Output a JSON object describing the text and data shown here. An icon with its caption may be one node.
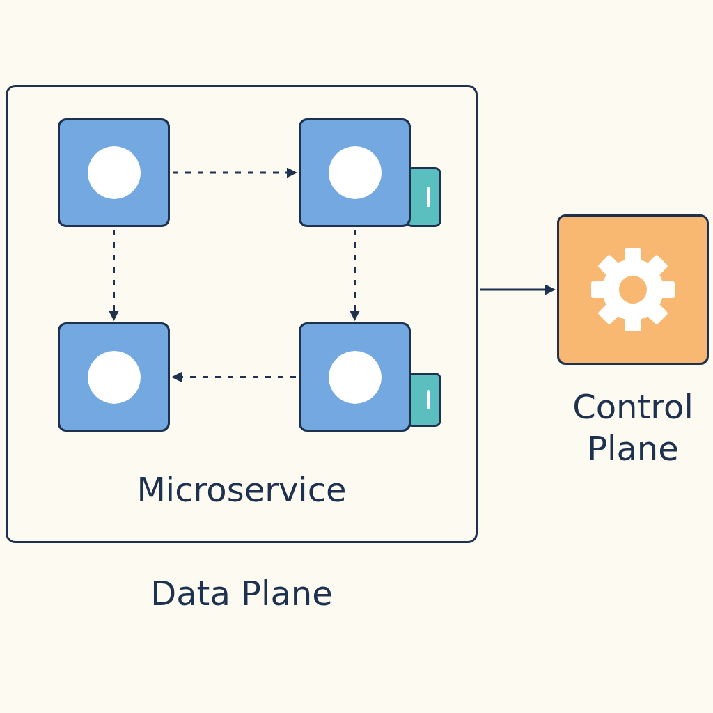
{
  "diagram": {
    "nodes": [
      {
        "text": [
          "Microservice",
          "Data Plane"
        ]
      },
      {
        "text": [],
        "shape": "box",
        "in": 0
      },
      {
        "text": [],
        "shape": "box",
        "in": 0
      },
      {
        "text": [],
        "shape": "box",
        "in": 0
      },
      {
        "text": [],
        "shape": "box",
        "in": 0
      },
      {
        "text": [
          "Control Plane"
        ]
      }
    ],
    "edges": [
      {
        "from": 1,
        "to": 2,
        "arrow": "to",
        "style": "dashed"
      },
      {
        "from": 1,
        "to": 3,
        "arrow": "to",
        "style": "dashed"
      },
      {
        "from": 2,
        "to": 4,
        "arrow": "to",
        "style": "dashed"
      },
      {
        "from": 4,
        "to": 3,
        "arrow": "to",
        "style": "dashed"
      },
      {
        "from": 0,
        "to": 5,
        "arrow": "to"
      }
    ]
  }
}
